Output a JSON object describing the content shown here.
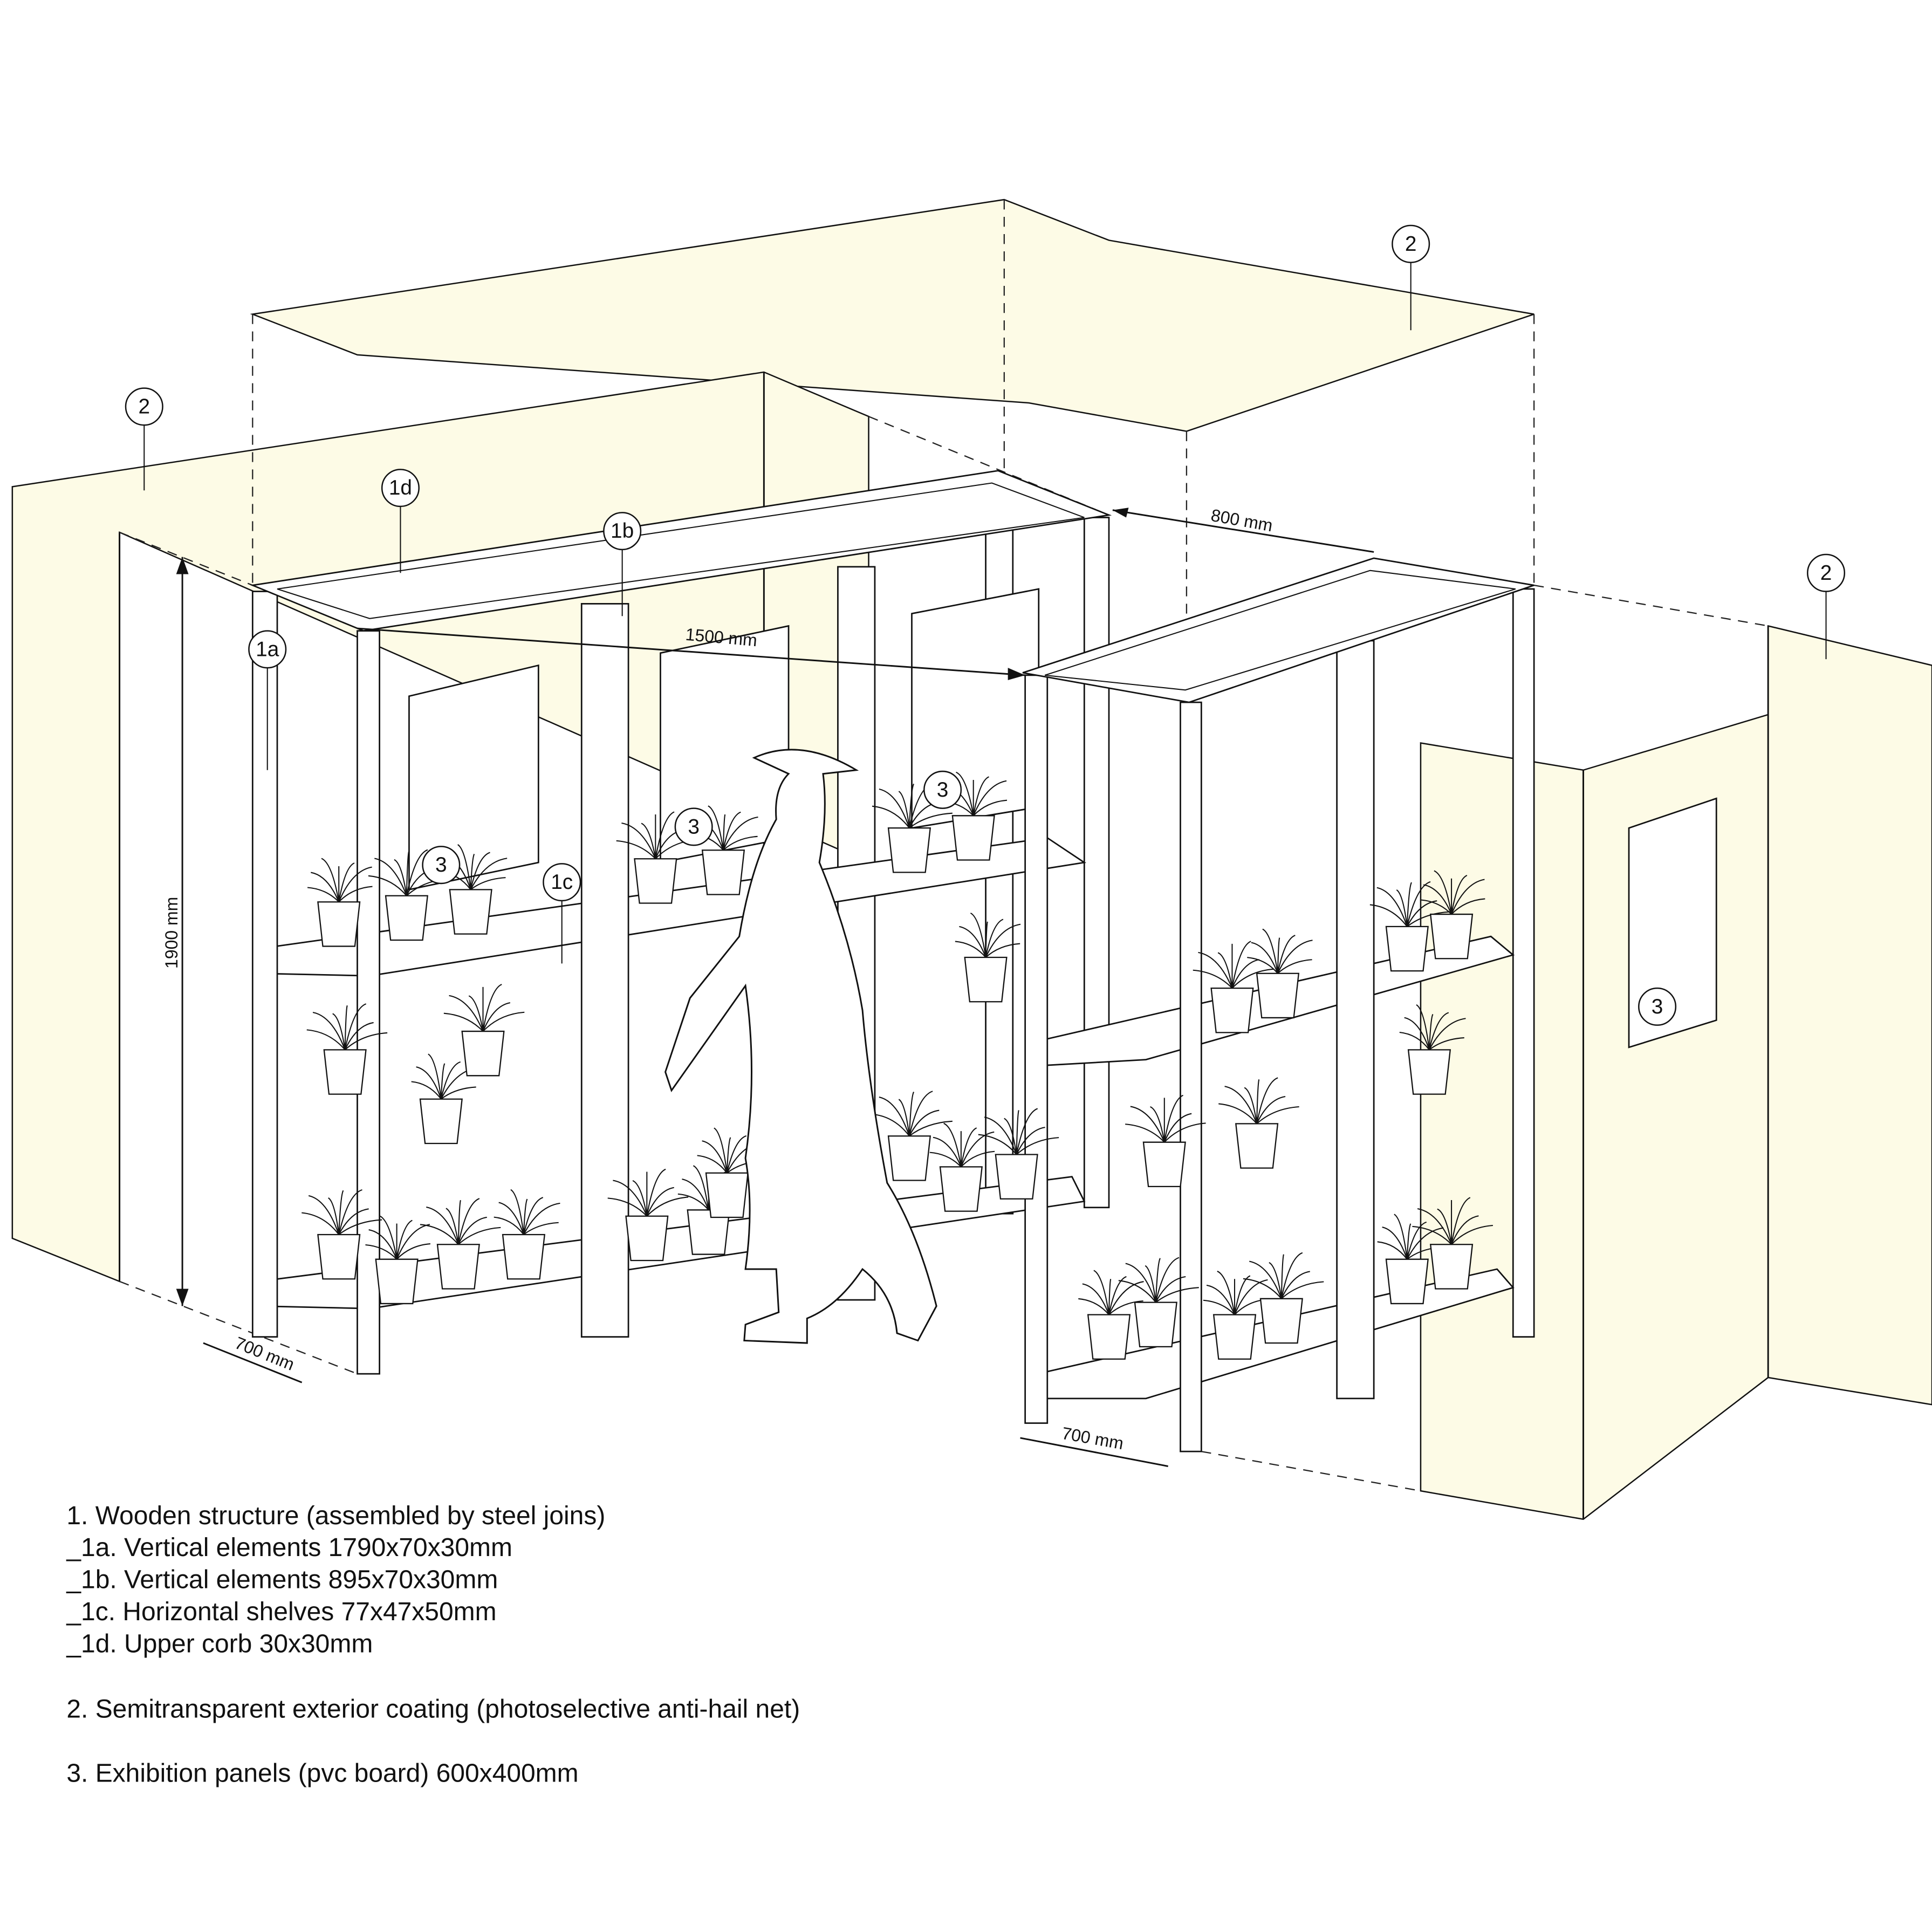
{
  "callouts": {
    "net_left": "2",
    "net_roof": "2",
    "net_right": "2",
    "upper_corb": "1d",
    "vertical_short": "1b",
    "vertical_long": "1a",
    "shelves": "1c",
    "panel_left": "3",
    "panel_mid": "3",
    "panel_right": "3",
    "panel_wall": "3"
  },
  "dimensions": {
    "height": "1900 mm",
    "depth_left": "700 mm",
    "depth_right": "700 mm",
    "gap": "800 mm",
    "length": "1500 mm"
  },
  "legend": [
    "1. Wooden structure (assembled by steel joins)",
    "_1a. Vertical elements 1790x70x30mm",
    "_1b. Vertical elements 895x70x30mm",
    "_1c. Horizontal shelves 77x47x50mm",
    "_1d. Upper corb 30x30mm",
    "2. Semitransparent exterior coating (photoselective anti-hail net)",
    "3. Exhibition panels (pvc board) 600x400mm"
  ],
  "colors": {
    "net_fill": "#fdfbe6",
    "line": "#111111"
  }
}
